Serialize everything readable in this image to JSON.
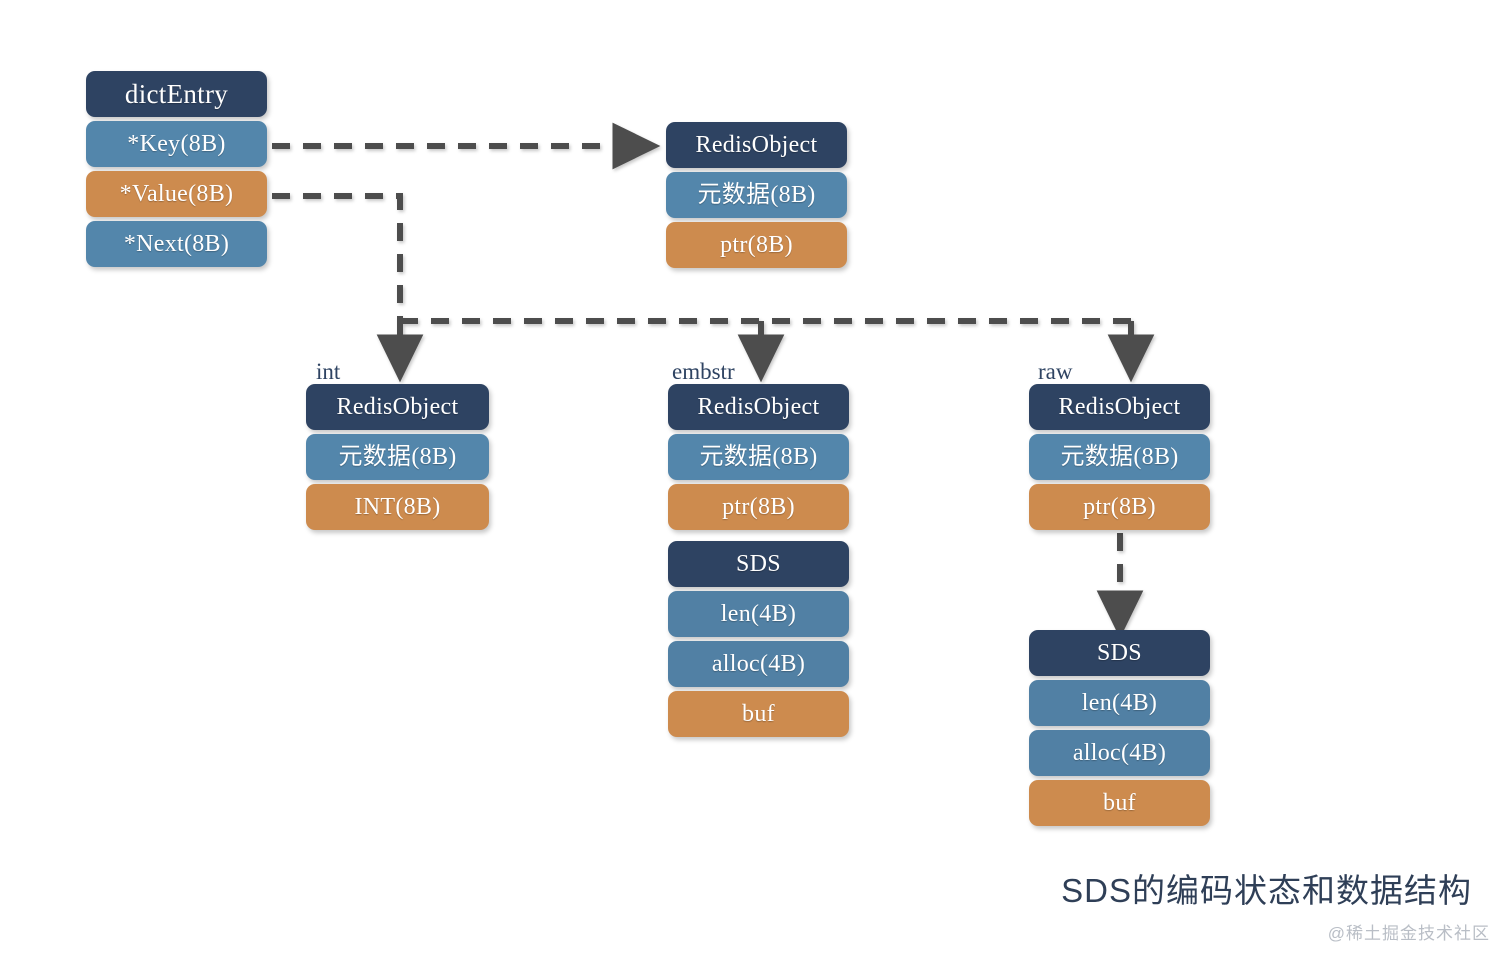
{
  "diagram": {
    "caption": "SDS的编码状态和数据结构",
    "watermark": "@稀土掘金技术社区",
    "colors": {
      "navy": "#2e4362",
      "blue": "#5386ab",
      "blue_dark": "#5180a4",
      "orange": "#cd8b4e",
      "background": "#ffffff",
      "wire": "#4d4d4d",
      "caption_text": "#2f3f57",
      "watermark_text": "#b9bec6"
    },
    "dict_entry": {
      "title": "dictEntry",
      "fields": [
        {
          "label": "*Key(8B)",
          "color": "blue"
        },
        {
          "label": "*Value(8B)",
          "color": "orange"
        },
        {
          "label": "*Next(8B)",
          "color": "blue"
        }
      ]
    },
    "key_object": {
      "title": "RedisObject",
      "fields": [
        {
          "label": "元数据(8B)",
          "color": "blue"
        },
        {
          "label": "ptr(8B)",
          "color": "orange"
        }
      ]
    },
    "encodings": [
      {
        "tag": "int",
        "object": {
          "title": "RedisObject",
          "fields": [
            {
              "label": "元数据(8B)",
              "color": "blue"
            },
            {
              "label": "INT(8B)",
              "color": "orange"
            }
          ]
        },
        "sds": null
      },
      {
        "tag": "embstr",
        "object": {
          "title": "RedisObject",
          "fields": [
            {
              "label": "元数据(8B)",
              "color": "blue"
            },
            {
              "label": "ptr(8B)",
              "color": "orange"
            }
          ]
        },
        "sds": {
          "title": "SDS",
          "fields": [
            {
              "label": "len(4B)",
              "color": "blue"
            },
            {
              "label": "alloc(4B)",
              "color": "blue"
            },
            {
              "label": "buf",
              "color": "orange"
            }
          ]
        }
      },
      {
        "tag": "raw",
        "object": {
          "title": "RedisObject",
          "fields": [
            {
              "label": "元数据(8B)",
              "color": "blue"
            },
            {
              "label": "ptr(8B)",
              "color": "orange"
            }
          ]
        },
        "sds": {
          "title": "SDS",
          "fields": [
            {
              "label": "len(4B)",
              "color": "blue"
            },
            {
              "label": "alloc(4B)",
              "color": "blue"
            },
            {
              "label": "buf",
              "color": "orange"
            }
          ]
        }
      }
    ],
    "connectors": [
      {
        "name": "key-to-redisobject",
        "from": "*Key(8B)",
        "to": "RedisObject (key)"
      },
      {
        "name": "value-to-int",
        "from": "*Value(8B)",
        "to": "int RedisObject"
      },
      {
        "name": "value-to-embstr",
        "from": "*Value(8B)",
        "to": "embstr RedisObject"
      },
      {
        "name": "value-to-raw",
        "from": "*Value(8B)",
        "to": "raw RedisObject"
      },
      {
        "name": "raw-ptr-to-sds",
        "from": "raw ptr(8B)",
        "to": "raw SDS"
      }
    ]
  }
}
